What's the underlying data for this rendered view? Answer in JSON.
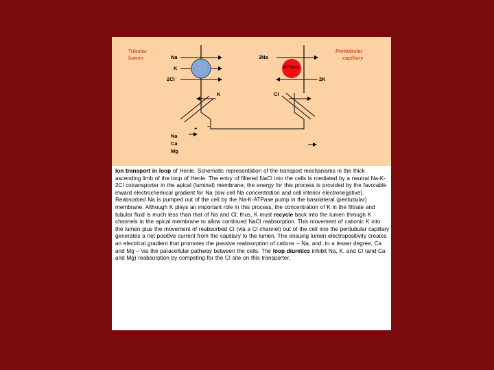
{
  "slide": {
    "background": "#7a0a0c"
  },
  "diagram": {
    "panel_color": "#fcd2a4",
    "label_color": "#d2561e",
    "cotransporter_color": "#8aa8d8",
    "pump_color": "#ee1111",
    "labels": {
      "tubular_lumen_1": "Tubular",
      "tubular_lumen_2": "lumen",
      "peritubular_1": "Peritubular",
      "peritubular_2": "capillary",
      "na": "Na",
      "k": "K",
      "cl2": "2Cl",
      "na3": "3Na",
      "k2": "2K",
      "k_channel": "K",
      "cl_channel": "Cl",
      "pump": "ATPase",
      "plus": "+",
      "minus": "–",
      "para_na": "Na",
      "para_ca": "Ca",
      "para_mg": "Mg"
    }
  },
  "caption": {
    "title_bold": "Ion transport in loop",
    "title_rest": " of Henle. Schematic representation of the transport mechanisms in the thick ascending limb of the loop of Henle. The entry of filtered NaCl into the cells is mediated by a neutral Na-K-2Cl cotransporter in the apical (luminal) membrane; the energy for this process is provided by the favorable inward electrochemical gradient for Na (low cell Na concentration and cell interior electronegative). Reabsorbed Na is pumped out of the cell by the Na-K-ATPase pump in the basolateral (peritubular) membrane. Although K plays an important role in this process, the concentration of K in the filtrate and tubular fluid is much less than that of Na and Cl; thus, K must ",
    "recycle_bold": "recycle",
    "middle": " back into the lumen through K channels in the apical membrane to allow continued NaCl reabsorption. This movement of cationic K into the lumen plus the movement of reabsorbed Cl (via a Cl channel) out of the cell into the peritubular capillary generates a net positive current from the capillary to the lumen. The ensuing lumen electropositivity creates an electrical gradient that promotes the passive reabsorption of cations – Na, and, to a lesser degree, Ca and Mg – via the paracellular pathway between the cells. The ",
    "diuretics_bold": "loop diuretics",
    "end": " inhibit Na, K, and Cl (and Ca and Mg) reabsorption by competing for the Cl site on this transporter."
  }
}
